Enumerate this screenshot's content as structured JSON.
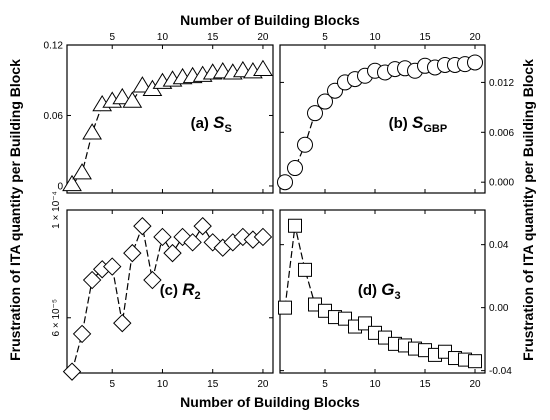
{
  "figure": {
    "top_xlabel": "Number of Building Blocks",
    "bottom_xlabel": "Number of Building Blocks",
    "left_ylabel": "Frustration of ITA quantity per Building Block",
    "right_ylabel": "Frustration of ITA quantity per Building Block"
  },
  "chart_data": [
    {
      "type": "line",
      "panel": "a",
      "label_prefix": "(a)",
      "label_symbol": "S",
      "label_sub": "S",
      "marker": "triangle",
      "x_ticks": [
        5,
        10,
        15,
        20
      ],
      "xlim": [
        0.5,
        21
      ],
      "y_ticks": [
        0,
        0.06,
        0.12
      ],
      "y_tick_labels": [
        "0",
        "0.06",
        "0.12"
      ],
      "ylim": [
        -0.006,
        0.12
      ],
      "y_axis_side": "left",
      "x_axis_labels": "top",
      "x": [
        1,
        2,
        3,
        4,
        5,
        6,
        7,
        8,
        9,
        10,
        11,
        12,
        13,
        14,
        15,
        16,
        17,
        18,
        19,
        20
      ],
      "y": [
        0.001,
        0.011,
        0.045,
        0.069,
        0.072,
        0.075,
        0.072,
        0.085,
        0.082,
        0.088,
        0.09,
        0.092,
        0.093,
        0.094,
        0.096,
        0.097,
        0.096,
        0.098,
        0.097,
        0.099
      ]
    },
    {
      "type": "line",
      "panel": "b",
      "label_prefix": "(b)",
      "label_symbol": "S",
      "label_sub": "GBP",
      "marker": "circle",
      "x_ticks": [
        5,
        10,
        15,
        20
      ],
      "xlim": [
        0.5,
        21
      ],
      "y_ticks": [
        0.0,
        0.006,
        0.012
      ],
      "y_tick_labels": [
        "0.000",
        "0.006",
        "0.012"
      ],
      "ylim": [
        -0.0013,
        0.0165
      ],
      "y_axis_side": "right",
      "x_axis_labels": "top",
      "x": [
        1,
        2,
        3,
        4,
        5,
        6,
        7,
        8,
        9,
        10,
        11,
        12,
        13,
        14,
        15,
        16,
        17,
        18,
        19,
        20
      ],
      "y": [
        0.0,
        0.0017,
        0.0045,
        0.0083,
        0.0097,
        0.011,
        0.012,
        0.0124,
        0.0128,
        0.0134,
        0.0132,
        0.0136,
        0.0137,
        0.0134,
        0.014,
        0.0138,
        0.0141,
        0.0141,
        0.0142,
        0.0144
      ]
    },
    {
      "type": "line",
      "panel": "c",
      "label_prefix": "(c)",
      "label_symbol": "R",
      "label_sub": "2",
      "marker": "diamond",
      "x_ticks": [
        5,
        10,
        15,
        20
      ],
      "xlim": [
        0.5,
        21
      ],
      "y_ticks": [
        6e-05,
        0.0001
      ],
      "y_tick_labels": [
        "6 × 10⁻⁵",
        "1 × 10⁻⁴"
      ],
      "ylim": [
        3.95e-05,
        0.0001
      ],
      "y_axis_side": "left",
      "x_axis_labels": "bottom",
      "x": [
        1,
        2,
        3,
        4,
        5,
        6,
        7,
        8,
        9,
        10,
        11,
        12,
        13,
        14,
        15,
        16,
        17,
        18,
        19,
        20
      ],
      "y": [
        4e-05,
        5.4e-05,
        7.4e-05,
        7.8e-05,
        7.9e-05,
        5.8e-05,
        8.4e-05,
        9.4e-05,
        7.4e-05,
        9e-05,
        8.4e-05,
        9e-05,
        8.8e-05,
        9.4e-05,
        8.8e-05,
        8.6e-05,
        8.8e-05,
        9e-05,
        8.9e-05,
        9e-05
      ]
    },
    {
      "type": "line",
      "panel": "d",
      "label_prefix": "(d)",
      "label_symbol": "G",
      "label_sub": "3",
      "marker": "square",
      "x_ticks": [
        5,
        10,
        15,
        20
      ],
      "xlim": [
        0.5,
        21
      ],
      "y_ticks": [
        -0.04,
        0.0,
        0.04
      ],
      "y_tick_labels": [
        "-0.04",
        "0.00",
        "0.04"
      ],
      "ylim": [
        -0.0415,
        0.062
      ],
      "y_axis_side": "right",
      "x_axis_labels": "bottom",
      "x": [
        1,
        2,
        3,
        4,
        5,
        6,
        7,
        8,
        9,
        10,
        11,
        12,
        13,
        14,
        15,
        16,
        17,
        18,
        19,
        20
      ],
      "y": [
        0.0,
        0.052,
        0.024,
        0.002,
        -0.002,
        -0.006,
        -0.007,
        -0.012,
        -0.01,
        -0.016,
        -0.019,
        -0.023,
        -0.024,
        -0.026,
        -0.027,
        -0.03,
        -0.028,
        -0.032,
        -0.033,
        -0.034
      ]
    }
  ]
}
